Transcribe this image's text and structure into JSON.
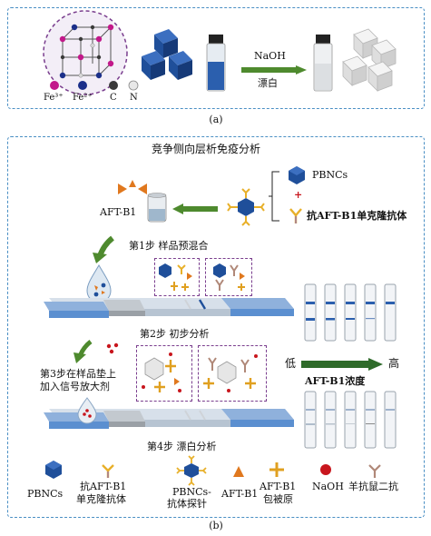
{
  "panel_a": {
    "atom_legend": [
      {
        "label": "Fe³⁺",
        "color": "#c2188a"
      },
      {
        "label": "Fe²⁺",
        "color": "#1b2f8a"
      },
      {
        "label": "C",
        "color": "#3a3a3a"
      },
      {
        "label": "N",
        "color": "#d8d8d8"
      }
    ],
    "arrow_top": "NaOH",
    "arrow_bottom": "漂白",
    "caption": "(a)"
  },
  "panel_b": {
    "title": "竞争侧向层析免疫分析",
    "aft_label": "AFT-B1",
    "pbncs_label": "PBNCs",
    "plus": "+",
    "antibody_label": "抗AFT-B1单克隆抗体",
    "step1": "第1步  样品预混合",
    "step2": "第2步  初步分析",
    "step3_line1": "第3步在样品垫上",
    "step3_line2": "加入信号放大剂",
    "step4": "第4步  漂白分析",
    "conc_low": "低",
    "conc_high": "高",
    "conc_label": "AFT-B1浓度",
    "legend": [
      {
        "line1": "PBNCs",
        "line2": ""
      },
      {
        "line1": "抗AFT-B1",
        "line2": "单克隆抗体"
      },
      {
        "line1": "PBNCs-",
        "line2": "抗体探针"
      },
      {
        "line1": "AFT-B1",
        "line2": ""
      },
      {
        "line1": "AFT-B1",
        "line2": "包被原"
      },
      {
        "line1": "NaOH",
        "line2": ""
      },
      {
        "line1": "羊抗鼠二抗",
        "line2": ""
      }
    ],
    "caption": "(b)"
  },
  "colors": {
    "border": "#4a8fc4",
    "pbnc_blue": "#1f4f9a",
    "strip_blue": "#5b8fd0",
    "arrow_green": "#4e8a2e",
    "aft_orange": "#e0781e",
    "naoh_red": "#c8161d",
    "antibody_yellow": "#e8b02a"
  }
}
